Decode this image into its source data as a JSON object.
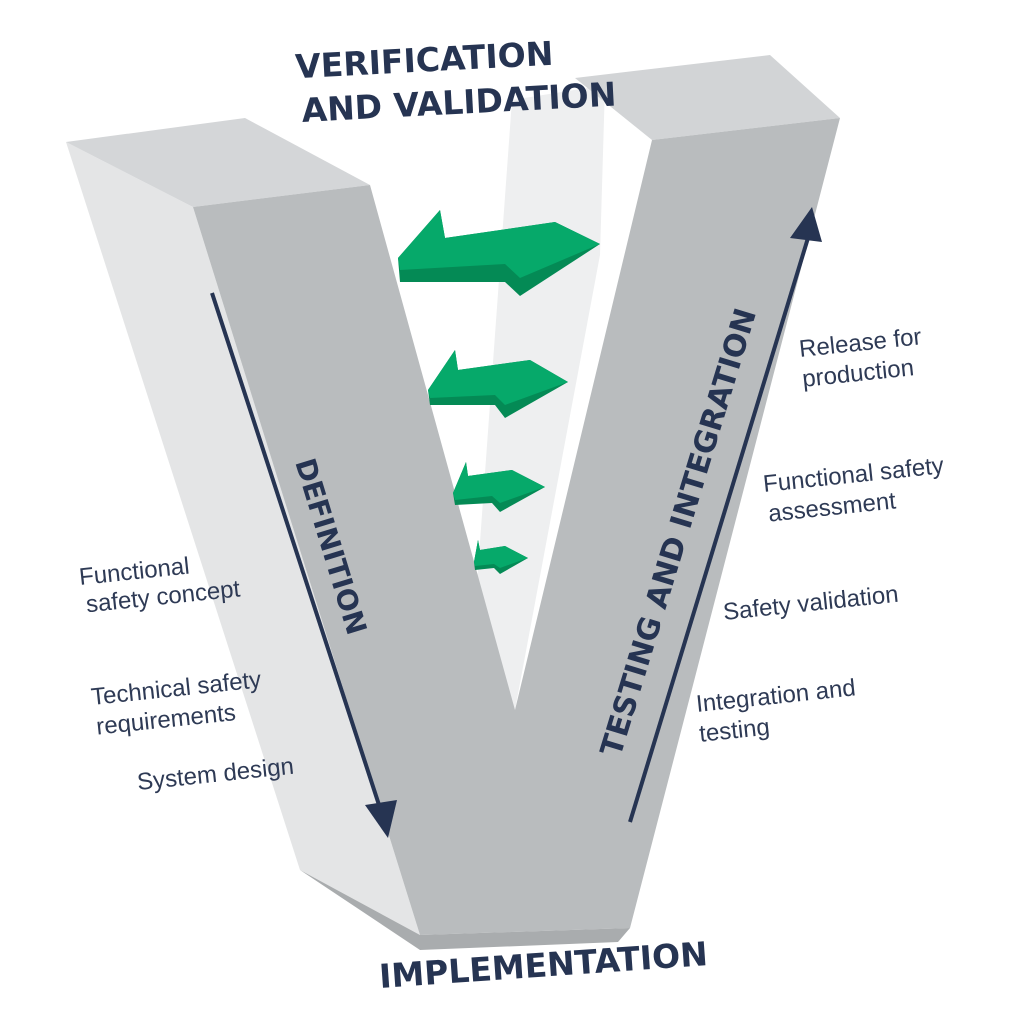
{
  "diagram": {
    "top_heading": [
      "VERIFICATION",
      "AND VALIDATION"
    ],
    "bottom_heading": "IMPLEMENTATION",
    "left_arm_label": "DEFINITION",
    "right_arm_label": "TESTING AND INTEGRATION",
    "left_steps": [
      [
        "Functional",
        "safety concept"
      ],
      [
        "Technical safety",
        "requirements"
      ],
      [
        "System design"
      ]
    ],
    "right_steps": [
      [
        "Release for",
        "production"
      ],
      [
        "Functional safety",
        "assessment"
      ],
      [
        "Safety validation"
      ],
      [
        "Integration and",
        "testing"
      ]
    ],
    "feedback_arrow_count": 4,
    "colors": {
      "heading": "#263452",
      "arrow_line": "#263452",
      "feedback_arrow": "#06a96a",
      "v_front": "#b9bcbe",
      "v_side": "#e4e5e6",
      "v_top": "#d2d4d6"
    }
  }
}
